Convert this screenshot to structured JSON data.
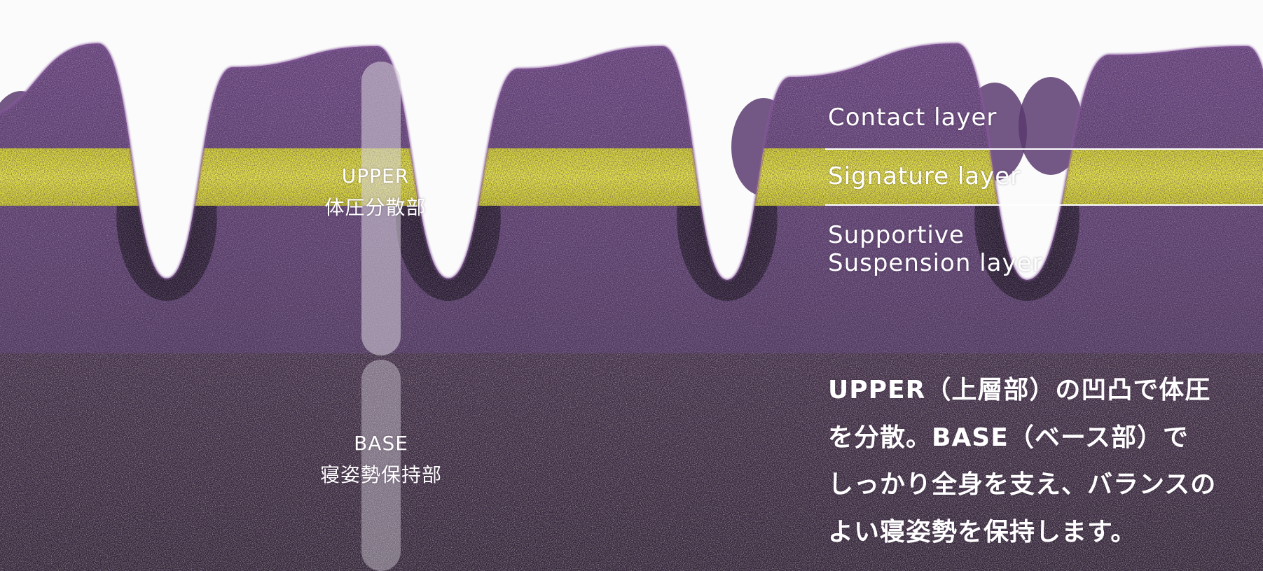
{
  "zones": {
    "upper": {
      "line1": "UPPER",
      "line2": "体圧分散部"
    },
    "base": {
      "line1": "BASE",
      "line2": "寝姿勢保持部"
    }
  },
  "layers": {
    "contact": "Contact layer",
    "signature": "Signature layer",
    "supportive_line1": "Supportive",
    "supportive_line2": "Suspension layer"
  },
  "description": {
    "lines": [
      "UPPER（上層部）の凹凸で体圧",
      "を分散。BASE（ベース部）で",
      "しっかり全身を支え、バランスの",
      "よい寝姿勢を保持します。"
    ]
  },
  "colors": {
    "background": "#fbfbfb",
    "foam_purple": "#5a3a6e",
    "foam_purple_dark": "#2f1f3a",
    "signature_yellow": "#dcdc2c",
    "base_dark": "#3a2a3a",
    "pill_overlay": "#d9d3dd",
    "label_text": "#ffffff"
  }
}
